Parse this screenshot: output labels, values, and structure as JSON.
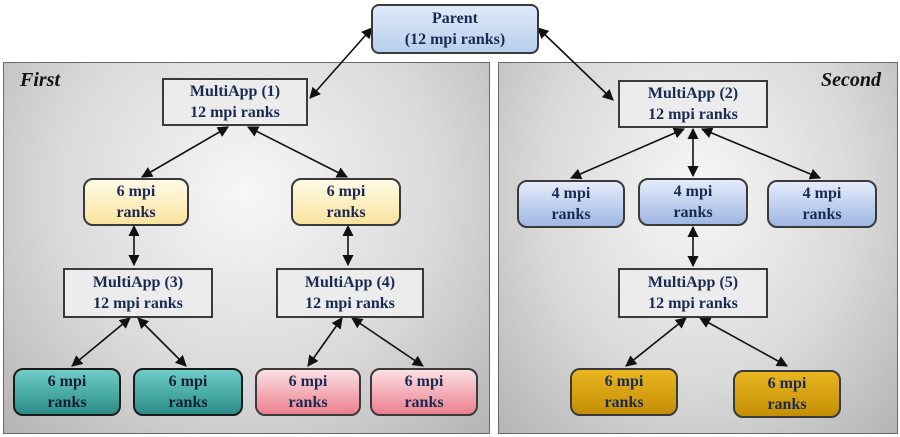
{
  "panels": {
    "first": {
      "title": "First"
    },
    "second": {
      "title": "Second"
    }
  },
  "nodes": {
    "parent": "Parent\n(12 mpi ranks)",
    "multiapp1": "MultiApp (1)\n12 mpi ranks",
    "multiapp2": "MultiApp (2)\n12 mpi ranks",
    "multiapp3": "MultiApp (3)\n12 mpi ranks",
    "multiapp4": "MultiApp (4)\n12 mpi ranks",
    "multiapp5": "MultiApp (5)\n12 mpi ranks",
    "first_left_ranks": "6 mpi\nranks",
    "first_right_ranks": "6 mpi\nranks",
    "ma3_left_ranks": "6 mpi\nranks",
    "ma3_right_ranks": "6 mpi\nranks",
    "ma4_left_ranks": "6 mpi\nranks",
    "ma4_right_ranks": "6 mpi\nranks",
    "second_left_ranks": "4 mpi\nranks",
    "second_mid_ranks": "4 mpi\nranks",
    "second_right_ranks": "4 mpi\nranks",
    "ma5_left_ranks": "6 mpi\nranks",
    "ma5_right_ranks": "6 mpi\nranks"
  },
  "colors": {
    "text": "#1b2a52",
    "multiapp_fill": "#ececec",
    "parent_fill": "#b9cfee",
    "first_level_ranks": "#fbe39d",
    "second_level_ranks": "#9fb7e3",
    "ma3_children": "#2a8d86",
    "ma4_children": "#ec7f8e",
    "ma5_children": "#c48f04"
  }
}
